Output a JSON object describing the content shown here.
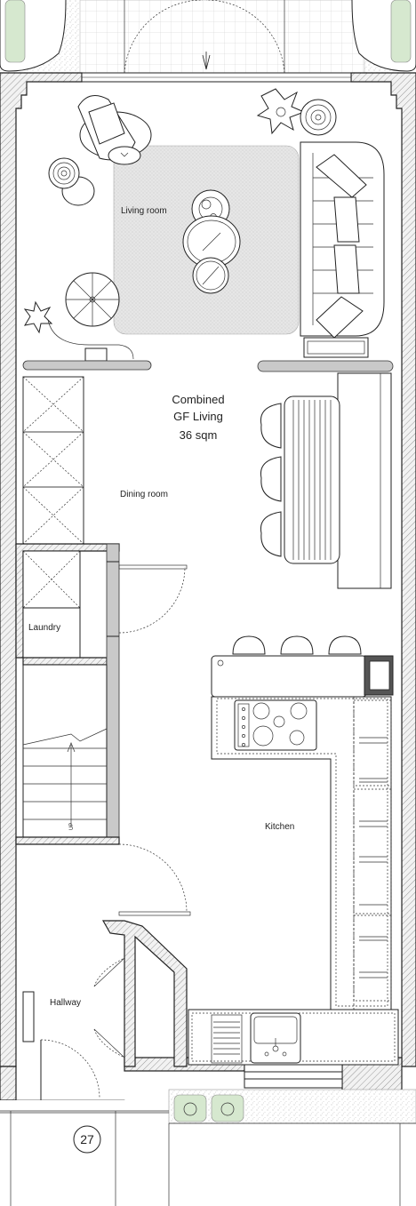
{
  "labels": {
    "living_room": "Living room",
    "combined_line1": "Combined",
    "combined_line2": "GF Living",
    "combined_line3": "36 sqm",
    "dining_room": "Dining room",
    "laundry": "Laundry",
    "kitchen": "Kitchen",
    "hallway": "Hallway",
    "stair_marker": "UP",
    "house_number": "27"
  },
  "colors": {
    "wall_hatch": "#9a9a9a",
    "rug": "#e6e6e6",
    "planter": "#d6e8cf",
    "counter_grey": "#c9c9c9"
  }
}
